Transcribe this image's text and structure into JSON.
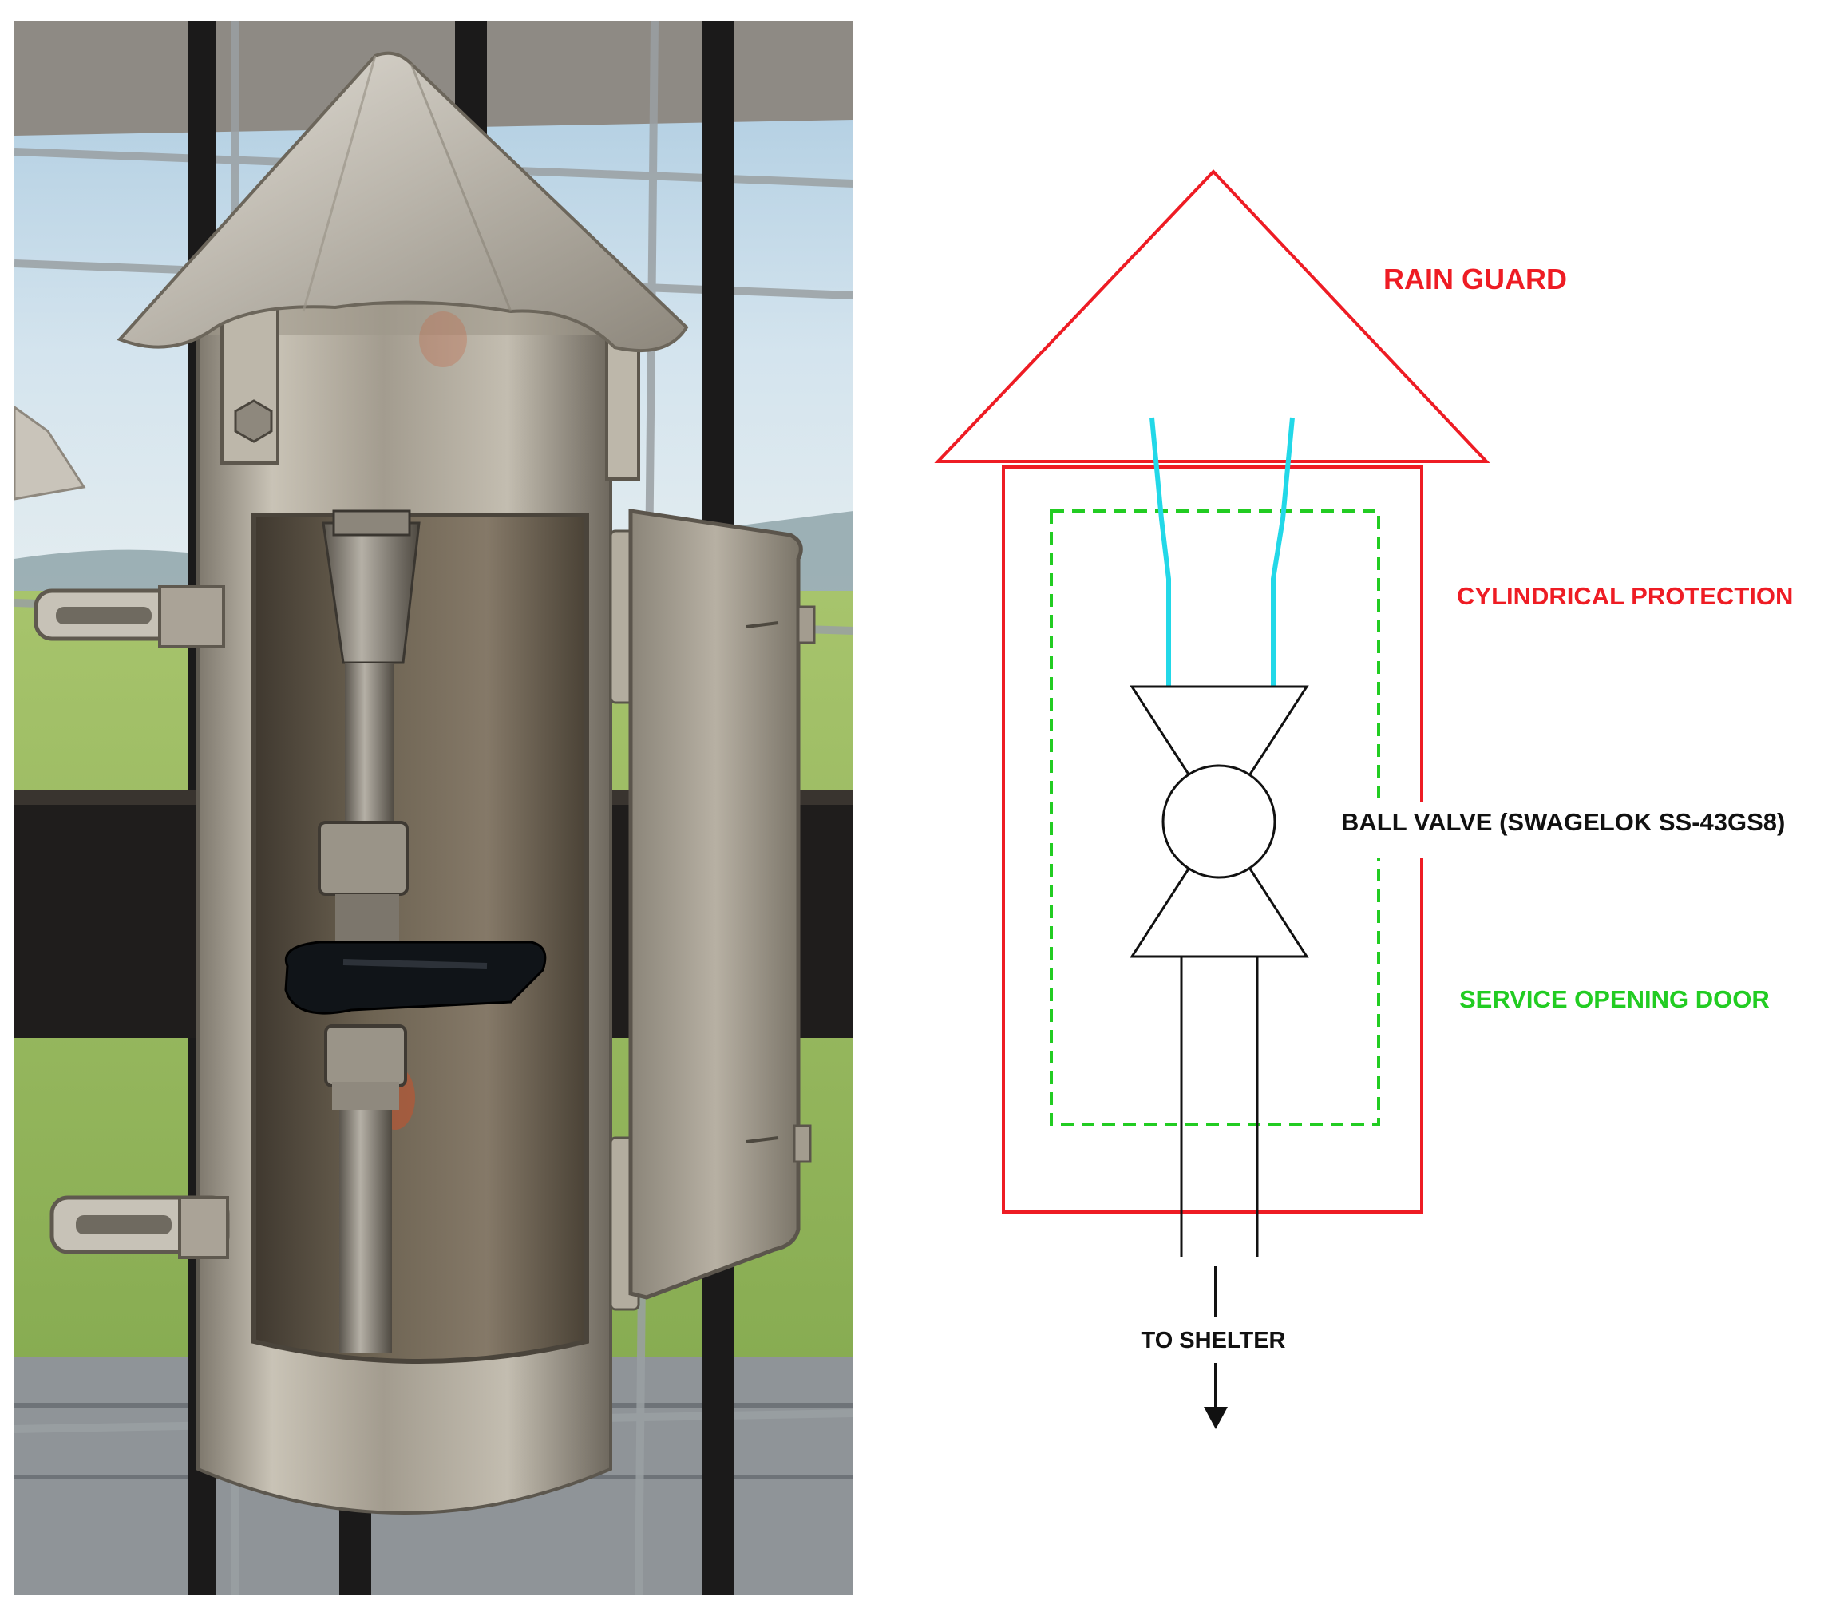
{
  "photo": {
    "subject": "stainless steel sampling inlet housing with conical rain guard, open service door and ball valve",
    "colors": {
      "sky": "#b9d4e6",
      "metal": "#b8b2a6",
      "metal_dark": "#6f6a60",
      "interior": "#5d5548",
      "grass": "#8fb55a",
      "beam": "#1f1d1c",
      "handle": "#101418"
    }
  },
  "diagram": {
    "labels": {
      "rain_guard": "RAIN GUARD",
      "cylindrical_protection": "CYLINDRICAL PROTECTION",
      "ball_valve": "BALL VALVE (SWAGELOK SS-43GS8)",
      "service_door": "SERVICE OPENING DOOR",
      "to_shelter": "TO SHELTER"
    },
    "colors": {
      "rain_guard": "#ee1c24",
      "protection": "#ee1c24",
      "door": "#22cc22",
      "inlet_tubes": "#22d8e8",
      "valve": "#111111",
      "arrow": "#111111"
    }
  }
}
